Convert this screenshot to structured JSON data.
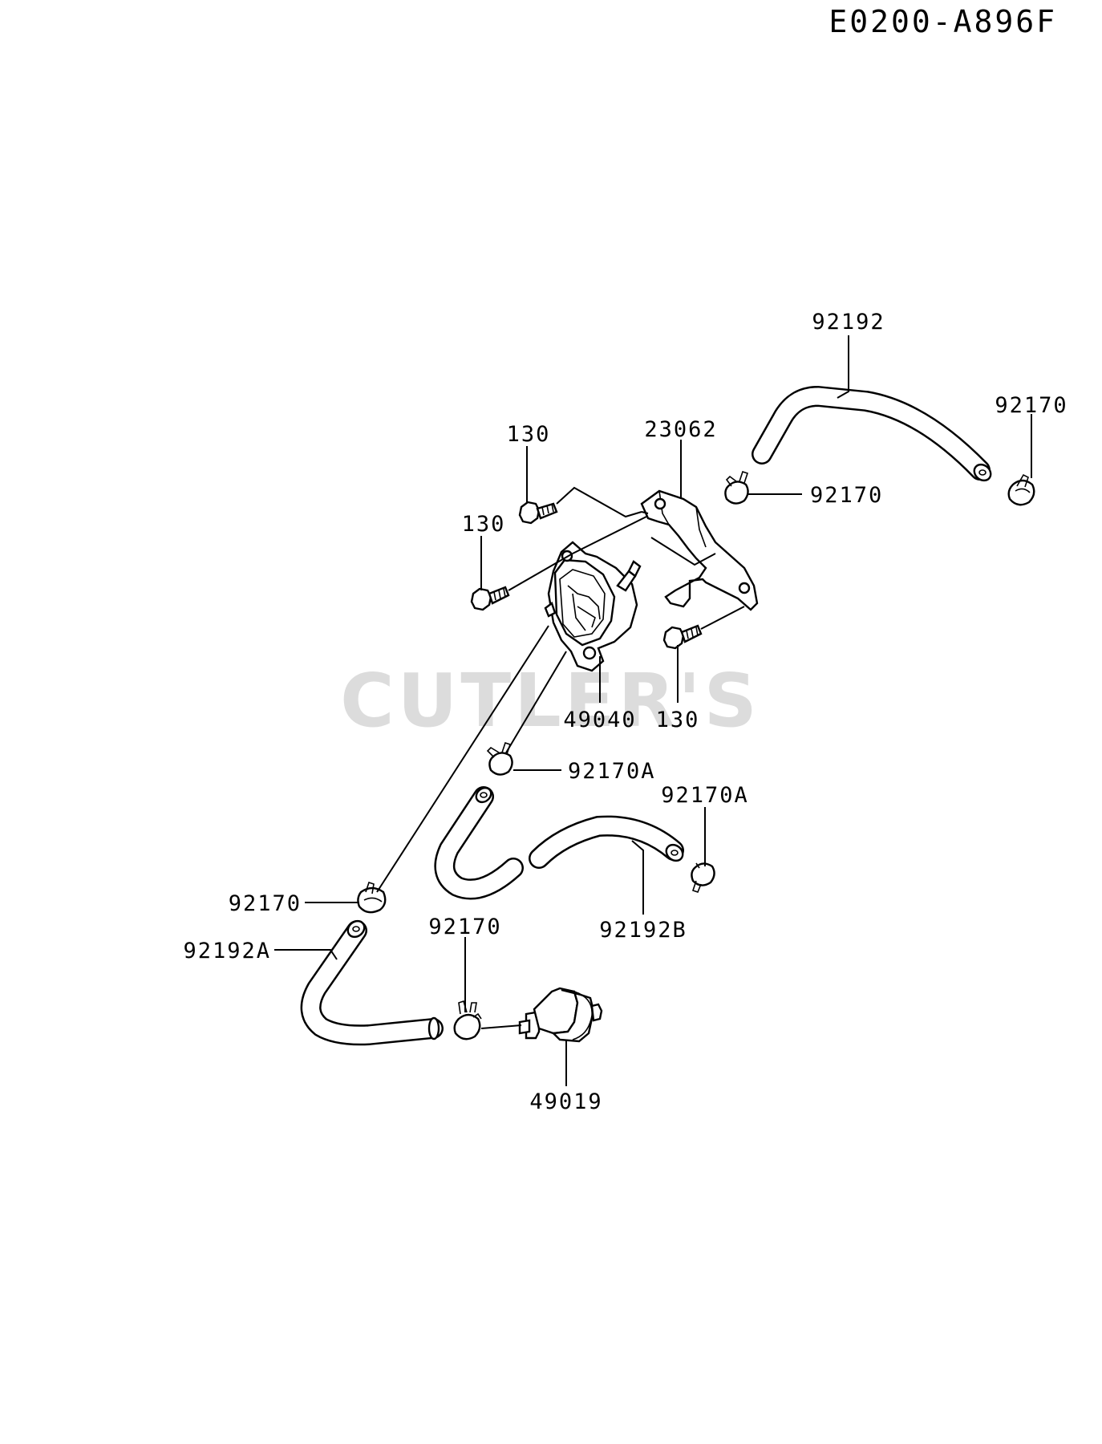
{
  "diagram_code": "E0200-A896F",
  "watermark": "CUTLER'S",
  "callouts": {
    "hose_upper": "92192",
    "clamp_upper_right": "92170",
    "bracket": "23062",
    "clamp_bracket": "92170",
    "bolt_top": "130",
    "bolt_left": "130",
    "bolt_right": "130",
    "fuel_pump": "49040",
    "clamp_pump_outlet": "92170A",
    "clamp_middle_right": "92170A",
    "clamp_left": "92170",
    "hose_middle": "92192B",
    "hose_lower": "92192A",
    "clamp_filter": "92170",
    "fuel_filter": "49019"
  }
}
